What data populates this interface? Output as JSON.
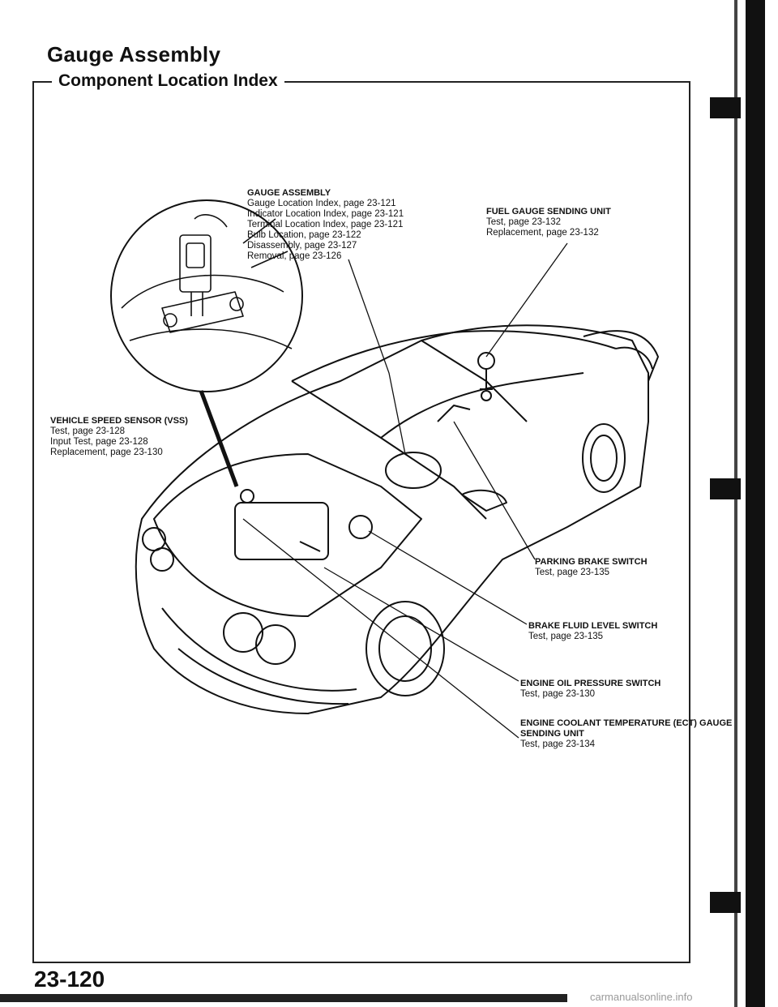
{
  "page": {
    "title": "Gauge Assembly",
    "subtitle": "Component Location Index",
    "page_number": "23-120",
    "watermark": "carmanualsonline.info"
  },
  "labels": {
    "gauge_assembly": {
      "head": "GAUGE ASSEMBLY",
      "lines": [
        "Gauge Location Index, page 23-121",
        "Indicator Location Index, page 23-121",
        "Terminal Location Index, page 23-121",
        "Bulb Location, page 23-122",
        "Disassembly, page 23-127",
        "Removal, page 23-126"
      ]
    },
    "fuel_gauge": {
      "head": "FUEL GAUGE SENDING UNIT",
      "lines": [
        "Test, page 23-132",
        "Replacement, page 23-132"
      ]
    },
    "vss": {
      "head": "VEHICLE SPEED SENSOR (VSS)",
      "lines": [
        "Test, page 23-128",
        "Input Test, page 23-128",
        "Replacement, page 23-130"
      ]
    },
    "parking_brake": {
      "head": "PARKING BRAKE SWITCH",
      "lines": [
        "Test, page 23-135"
      ]
    },
    "brake_fluid": {
      "head": "BRAKE FLUID LEVEL SWITCH",
      "lines": [
        "Test, page 23-135"
      ]
    },
    "oil_pressure": {
      "head": "ENGINE OIL PRESSURE SWITCH",
      "lines": [
        "Test, page 23-130"
      ]
    },
    "ect": {
      "head": "ENGINE COOLANT TEMPERATURE (ECT) GAUGE",
      "head2": "SENDING UNIT",
      "lines": [
        "Test, page 23-134"
      ]
    }
  }
}
